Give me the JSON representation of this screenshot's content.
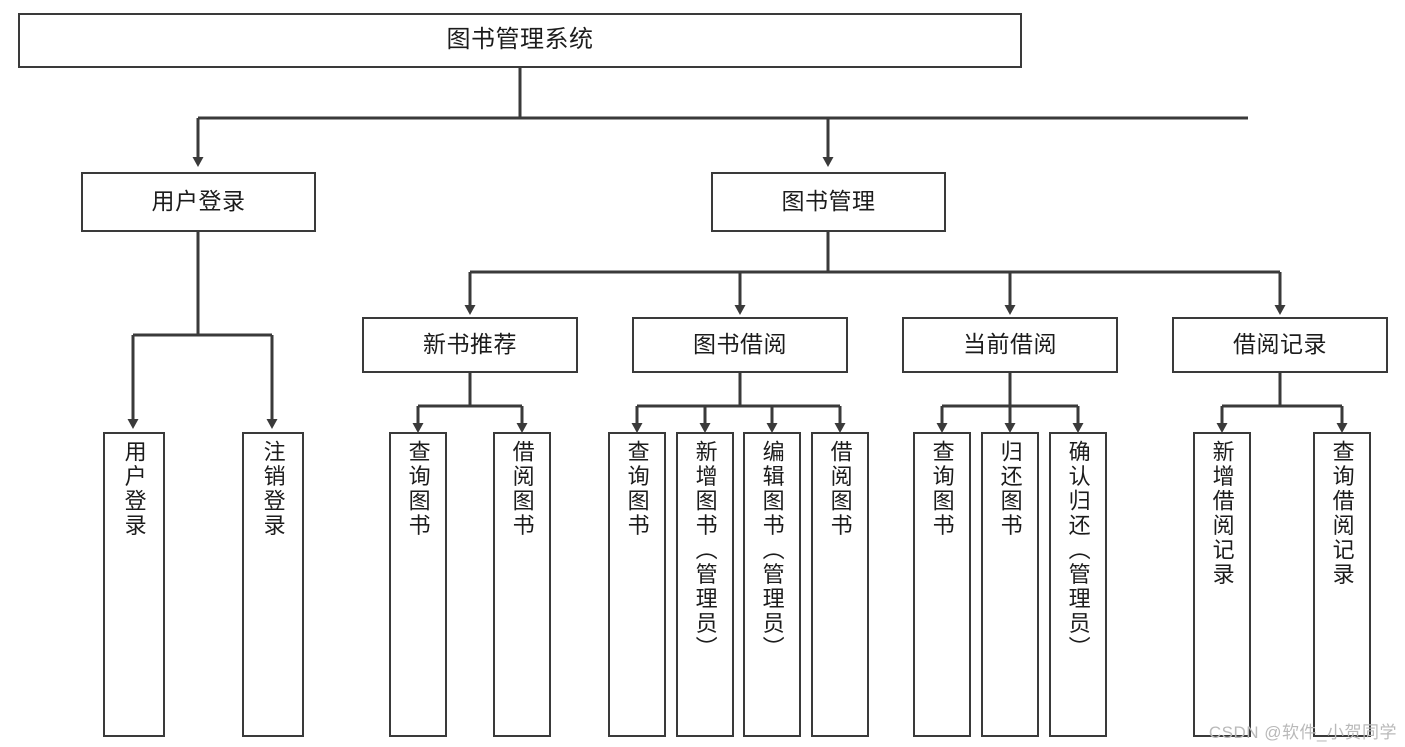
{
  "diagram": {
    "title": "图书管理系统",
    "watermark": "CSDN @软件_小贺同学",
    "line_color": "#3a3a3a",
    "box_fill": "#ffffff",
    "text_color": "#1c1c1c",
    "nodes": {
      "root": "图书管理系统",
      "user_login": "用户登录",
      "book_manage": "图书管理",
      "new_book_rec": "新书推荐",
      "book_borrow": "图书借阅",
      "current_borrow": "当前借阅",
      "borrow_record": "借阅记录",
      "leaf_user_login": "用户登录",
      "leaf_logout": "注销登录",
      "leaf_rec_query": "查询图书",
      "leaf_rec_borrow": "借阅图书",
      "leaf_borrow_query": "查询图书",
      "leaf_add_book": "新增图书（管理员）",
      "leaf_edit_book": "编辑图书（管理员）",
      "leaf_borrow_book": "借阅图书",
      "leaf_cur_query": "查询图书",
      "leaf_return_book": "归还图书",
      "leaf_confirm_return": "确认归还（管理员）",
      "leaf_add_record": "新增借阅记录",
      "leaf_query_record": "查询借阅记录"
    }
  }
}
